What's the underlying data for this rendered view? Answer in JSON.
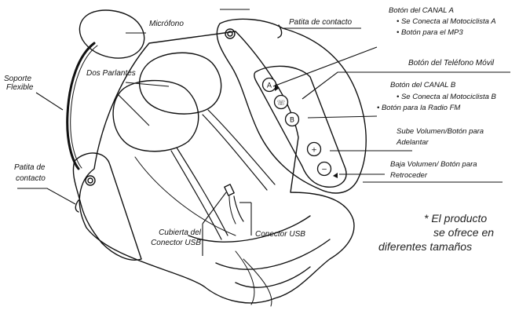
{
  "labels": {
    "microfono": "Micrófono",
    "patita_top": "Patita de contacto",
    "canal_a_1": "Botón del CANAL A",
    "canal_a_2": "• Se Conecta al Motociclista A",
    "canal_a_3": "• Botón para el MP3",
    "telefono": "Botón del Teléfono Móvil",
    "canal_b_1": "Botón del CANAL B",
    "canal_b_2": "• Se Conecta al Motociclista B",
    "canal_b_3": "• Botón para la Radio FM",
    "sube_1": "Sube Volumen/Botón para",
    "sube_2": "Adelantar",
    "baja_1": "Baja Volumen/ Botón para",
    "baja_2": "Retroceder",
    "soporte_1": "Soporte",
    "soporte_2": "Flexible",
    "parlantes": "Dos Parlantes",
    "patita_left_1": "Patita de",
    "patita_left_2": "contacto",
    "cubierta_1": "Cubierta del",
    "cubierta_2": "Conector USB",
    "conector": "Conector USB",
    "note_1": "* El producto",
    "note_2": "se ofrece en",
    "note_3": "diferentes tamaños"
  },
  "buttons": [
    {
      "glyph": "A",
      "name": "channel-a-button"
    },
    {
      "glyph": "☏",
      "name": "phone-button"
    },
    {
      "glyph": "B",
      "name": "channel-b-button"
    },
    {
      "glyph": "+",
      "name": "volume-up-button"
    },
    {
      "glyph": "−",
      "name": "volume-down-button"
    }
  ]
}
